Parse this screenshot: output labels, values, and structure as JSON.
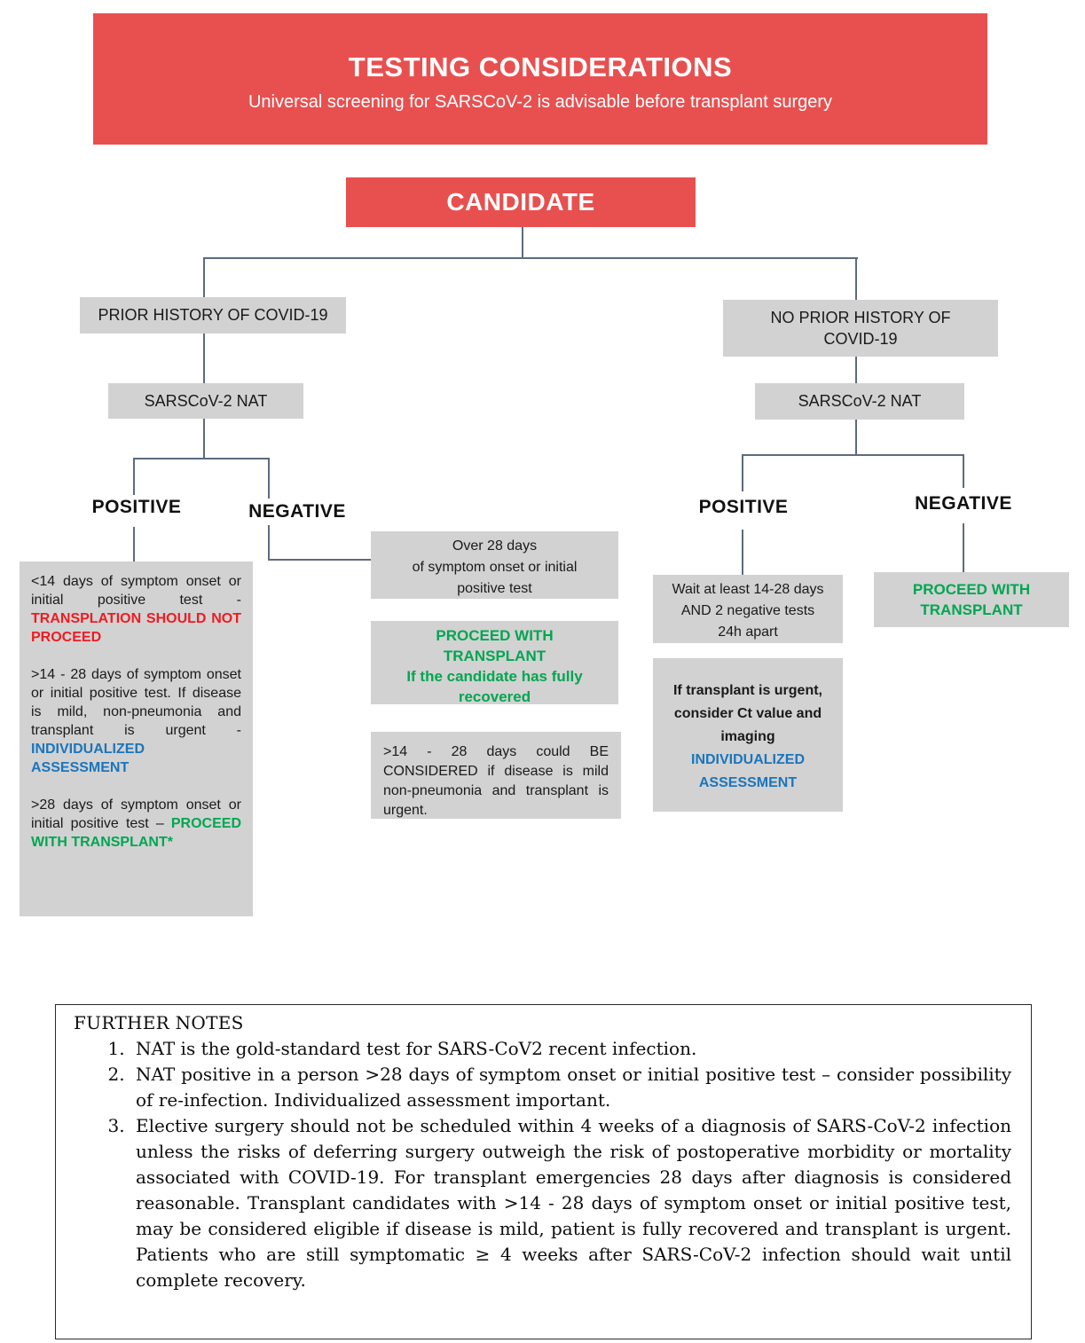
{
  "colors": {
    "banner_red": "#e85050",
    "box_gray": "#d2d2d2",
    "connector": "#5b6c7d",
    "proceed_green": "#00a651",
    "alert_red": "#ee1c23",
    "info_blue": "#1b75bc"
  },
  "header": {
    "title": "TESTING CONSIDERATIONS",
    "subtitle": "Universal screening for SARSCoV-2 is advisable before transplant surgery"
  },
  "candidate_label": "CANDIDATE",
  "left": {
    "history_label": "PRIOR HISTORY OF COVID-19",
    "nat_label": "SARSCoV-2 NAT",
    "positive_label": "POSITIVE",
    "negative_label": "NEGATIVE",
    "positive_box": {
      "p1_text": "<14 days of symptom onset or initial positive test - ",
      "p1_alert": "TRANSPLATION SHOULD NOT PROCEED",
      "p2_text": ">14 - 28 days of symptom onset or initial positive test. If disease is mild, non-pneumonia and transplant is urgent - ",
      "p2_alert": "INDIVIDUALIZED\nASSESSMENT",
      "p3_text": ">28 days of symptom onset or initial positive test – ",
      "p3_alert": "PROCEED WITH TRANSPLANT*"
    },
    "negative_over28": "Over 28 days\nof symptom onset or initial\npositive test",
    "negative_proceed": "PROCEED WITH\nTRANSPLANT\nIf the candidate has fully\nrecovered",
    "negative_considered": ">14 - 28 days could BE CONSIDERED if disease is mild non-pneumonia and transplant is urgent."
  },
  "right": {
    "history_label": "NO PRIOR HISTORY OF\nCOVID-19",
    "nat_label": "SARSCoV-2 NAT",
    "positive_label": "POSITIVE",
    "negative_label": "NEGATIVE",
    "wait_box": "Wait at least 14-28 days\nAND 2 negative tests\n24h apart",
    "urgent_box_text": "If transplant is urgent,\nconsider Ct value and\nimaging",
    "urgent_box_alert": "INDIVIDUALIZED\nASSESSMENT",
    "negative_proceed": "PROCEED WITH\nTRANSPLANT"
  },
  "notes": {
    "title": "FURTHER NOTES",
    "items": [
      "NAT is the gold-standard test for SARS-CoV2 recent infection.",
      "NAT positive in a person >28 days of symptom onset or initial positive test – consider possibility of re-infection.  Individualized assessment important.",
      "Elective surgery should not be scheduled within 4 weeks of a diagnosis of SARS-CoV-2 infection unless the risks of deferring surgery outweigh the risk of postoperative morbidity or mortality associated with COVID-19. For transplant emergencies 28 days after diagnosis is considered reasonable. Transplant candidates with >14 - 28 days of symptom onset or initial positive test, may be considered eligible if disease is mild, patient is fully recovered and transplant is urgent. Patients who are still symptomatic ≥ 4 weeks after SARS-CoV-2 infection should wait until complete recovery."
    ]
  }
}
